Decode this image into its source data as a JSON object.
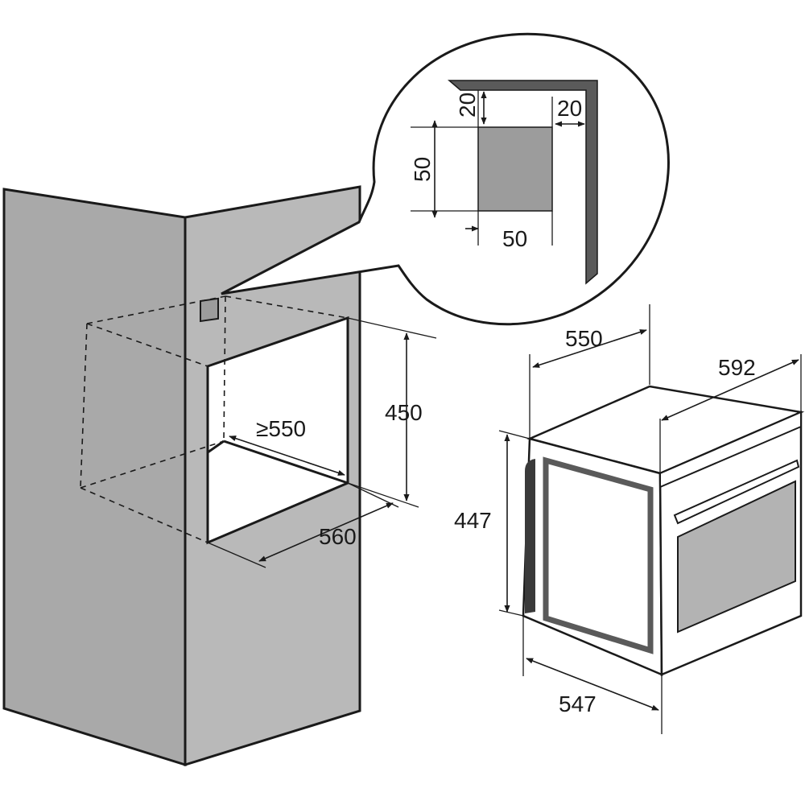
{
  "detail": {
    "vent_height": "50",
    "vent_width": "50",
    "top_clearance": "20",
    "side_clearance": "20"
  },
  "niche": {
    "height": "450",
    "depth": "≥550",
    "width": "560"
  },
  "oven": {
    "depth": "550",
    "width": "592",
    "height": "447",
    "body_width": "547"
  },
  "colors": {
    "cabinet": "#b9b9b9",
    "cabinet_dark": "#a9a9a9",
    "vent": "#9c9c9c",
    "line": "#1a1a1a",
    "glass": "#b3b3b3"
  }
}
